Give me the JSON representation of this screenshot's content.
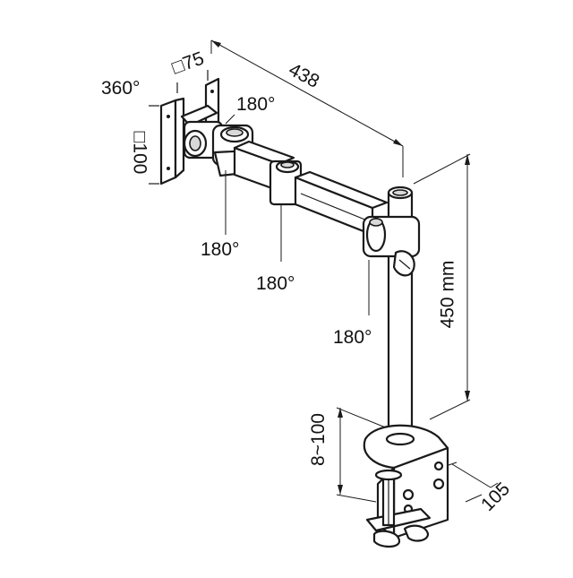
{
  "diagram": {
    "labels": {
      "rot_360": "360°",
      "vesa_75": "□75",
      "vesa_100": "□100",
      "arm_length": "438",
      "rot_tilt": "180°",
      "rot_joint1": "180°",
      "rot_joint2": "180°",
      "rot_pole": "180°",
      "pole_height": "450 mm",
      "clamp_range": "8~100",
      "clamp_depth": "105"
    }
  }
}
